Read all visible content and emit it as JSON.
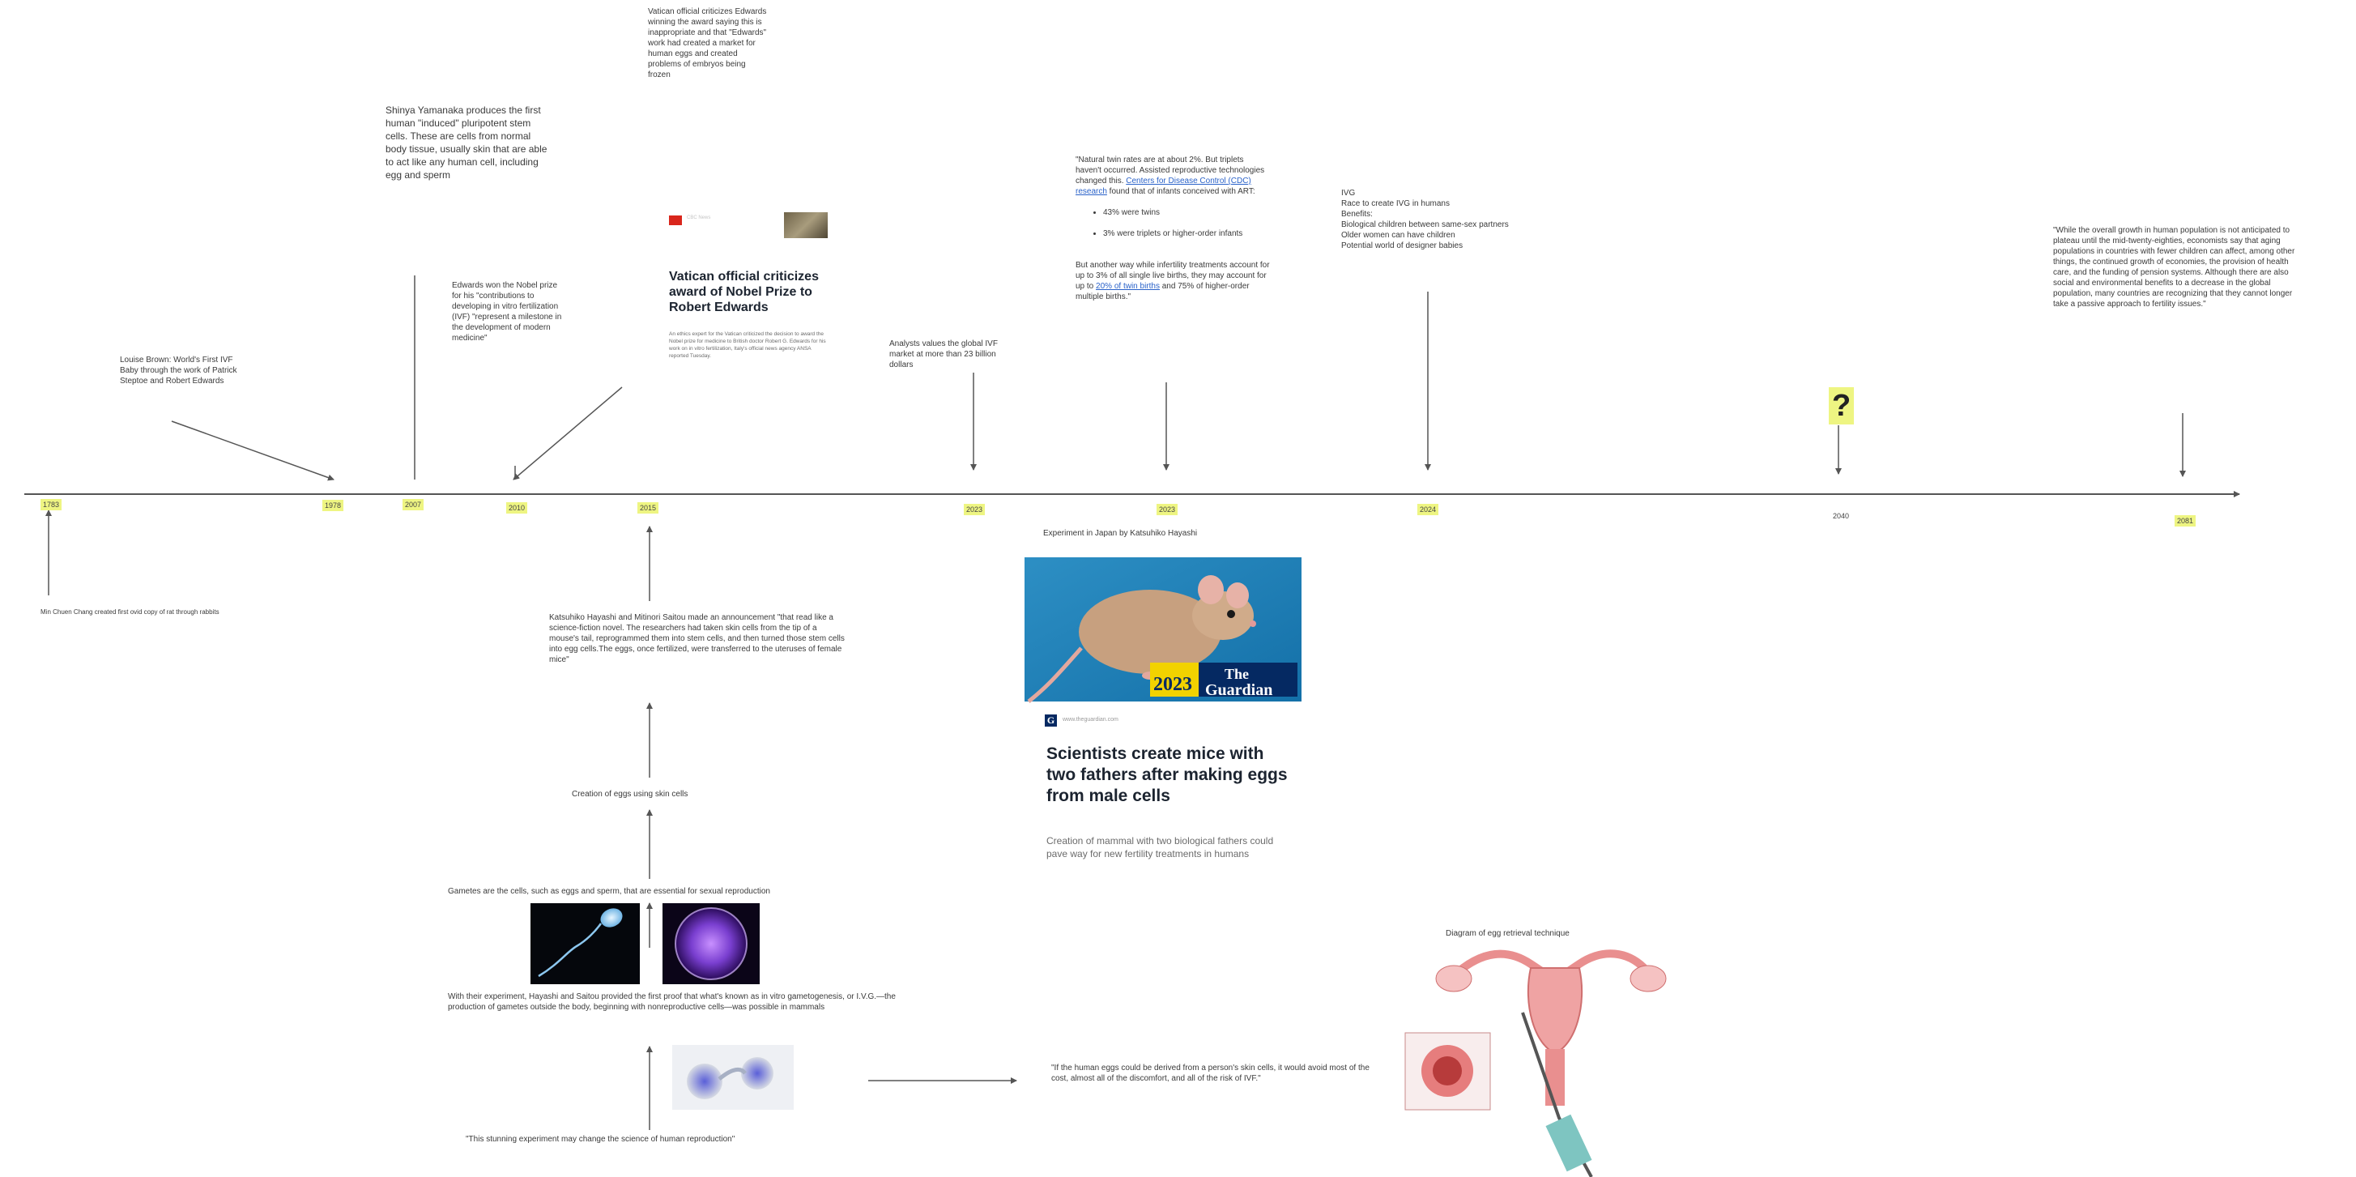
{
  "timeline": {
    "years": [
      "1783",
      "1978",
      "2007",
      "2010",
      "2015",
      "2023",
      "2023",
      "2024",
      "2040",
      "2081"
    ],
    "question_mark": "?"
  },
  "notes": {
    "chang": "Min Chuen Chang created first ovid copy of rat through rabbits",
    "louise_brown": "Louise Brown: World's First IVF Baby through the work of Patrick Steptoe and Robert Edwards",
    "yamanaka": "Shinya Yamanaka produces the first human \"induced\" pluripotent stem cells. These are cells from normal body tissue, usually skin that are able to act like any human cell, including egg and sperm",
    "edwards_nobel": "Edwards won the Nobel prize for his \"contributions to developing in vitro fertilization (IVF) \"represent a milestone in the development of modern medicine\"",
    "vatican_note": "Vatican official criticizes Edwards winning the award saying this is inappropriate and that \"Edwards\" work had created a market for human eggs and created problems of embryos being frozen",
    "analysts": "Analysts values the global IVF market at more than 23 billion dollars",
    "twin_rates_intro": "\"Natural twin rates are at about 2%. But triplets haven't occurred. Assisted reproductive technologies changed this. ",
    "twin_rates_link": "Centers for Disease Control (CDC) research",
    "twin_rates_after": " found that of infants conceived with ART:",
    "twin_bullet_1": "43% were twins",
    "twin_bullet_2": "3% were triplets or higher-order infants",
    "twin_rates_more": "But another way while infertility treatments account for up to 3% of all single live births, they may account for up to ",
    "twin_rates_link2": "20% of twin births",
    "twin_rates_end": " and 75% of higher-order multiple births.\"",
    "ivg_note": "IVG\nRace to create IVG in humans\nBenefits:\nBiological children between same-sex partners\nOlder women can have children\nPotential world of designer babies",
    "population": "\"While the overall growth in human population is not anticipated to plateau until the mid-twenty-eighties, economists say that aging populations in countries with fewer children can affect, among other things, the continued growth of economies, the provision of health care, and the funding of pension systems. Although there are also social and environmental benefits to a decrease in the global population, many countries are recognizing that they cannot longer take a passive approach to fertility issues.\"",
    "hayashi": "Katsuhiko Hayashi and Mitinori Saitou made an announcement \"that read like a science-fiction novel. The researchers had taken skin cells from the tip of a mouse's tail, reprogrammed them into stem cells, and then turned those stem cells into egg cells.The eggs, once fertilized, were transferred to the uteruses of female mice\"",
    "creation_eggs": "Creation of eggs using skin cells",
    "gametes": "Gametes are the cells, such as eggs and sperm, that are essential for sexual reproduction",
    "ivg_proof": "With their experiment, Hayashi and Saitou provided the first proof that what's known as in vitro gametogenesis, or I.V.G.—the production of gametes outside the body, beginning with nonreproductive cells—was possible in mammals",
    "stunning": "\"This stunning experiment may change the science of human reproduction\"",
    "skin_cells_quote": "\"If the human eggs could be derived from a person's skin cells, it would avoid most of the cost, almost all of the discomfort, and all of the risk of IVF.\"",
    "japan_experiment": "Experiment in Japan by Katsuhiko Hayashi",
    "egg_retrieval": "Diagram of egg retrieval technique"
  },
  "vatican_card": {
    "source": "CBC News",
    "title": "Vatican official criticizes award of Nobel Prize to Robert Edwards",
    "body": "An ethics expert for the Vatican criticized the decision to award the Nobel prize for medicine to British doctor Robert G. Edwards for his work on in vitro fertilization, Italy's official news agency ANSA reported Tuesday."
  },
  "guardian_card": {
    "badge_year": "2023",
    "badge_brand_1": "The",
    "badge_brand_2": "Guardian",
    "source": "www.theguardian.com",
    "title": "Scientists create mice with two fathers after making eggs from male cells",
    "body": "Creation of mammal with two biological fathers could pave way for new fertility treatments in humans"
  },
  "colors": {
    "highlight": "#eef582",
    "line": "#555555",
    "link": "#2a62c9",
    "guardian_blue": "#052962",
    "cbc_red": "#d9261c"
  },
  "icons": [
    "guardian-g-icon",
    "cbc-logo-icon",
    "mouse-photo",
    "sperm-photo",
    "egg-cell-photo",
    "stem-cell-photo",
    "uterus-diagram"
  ]
}
